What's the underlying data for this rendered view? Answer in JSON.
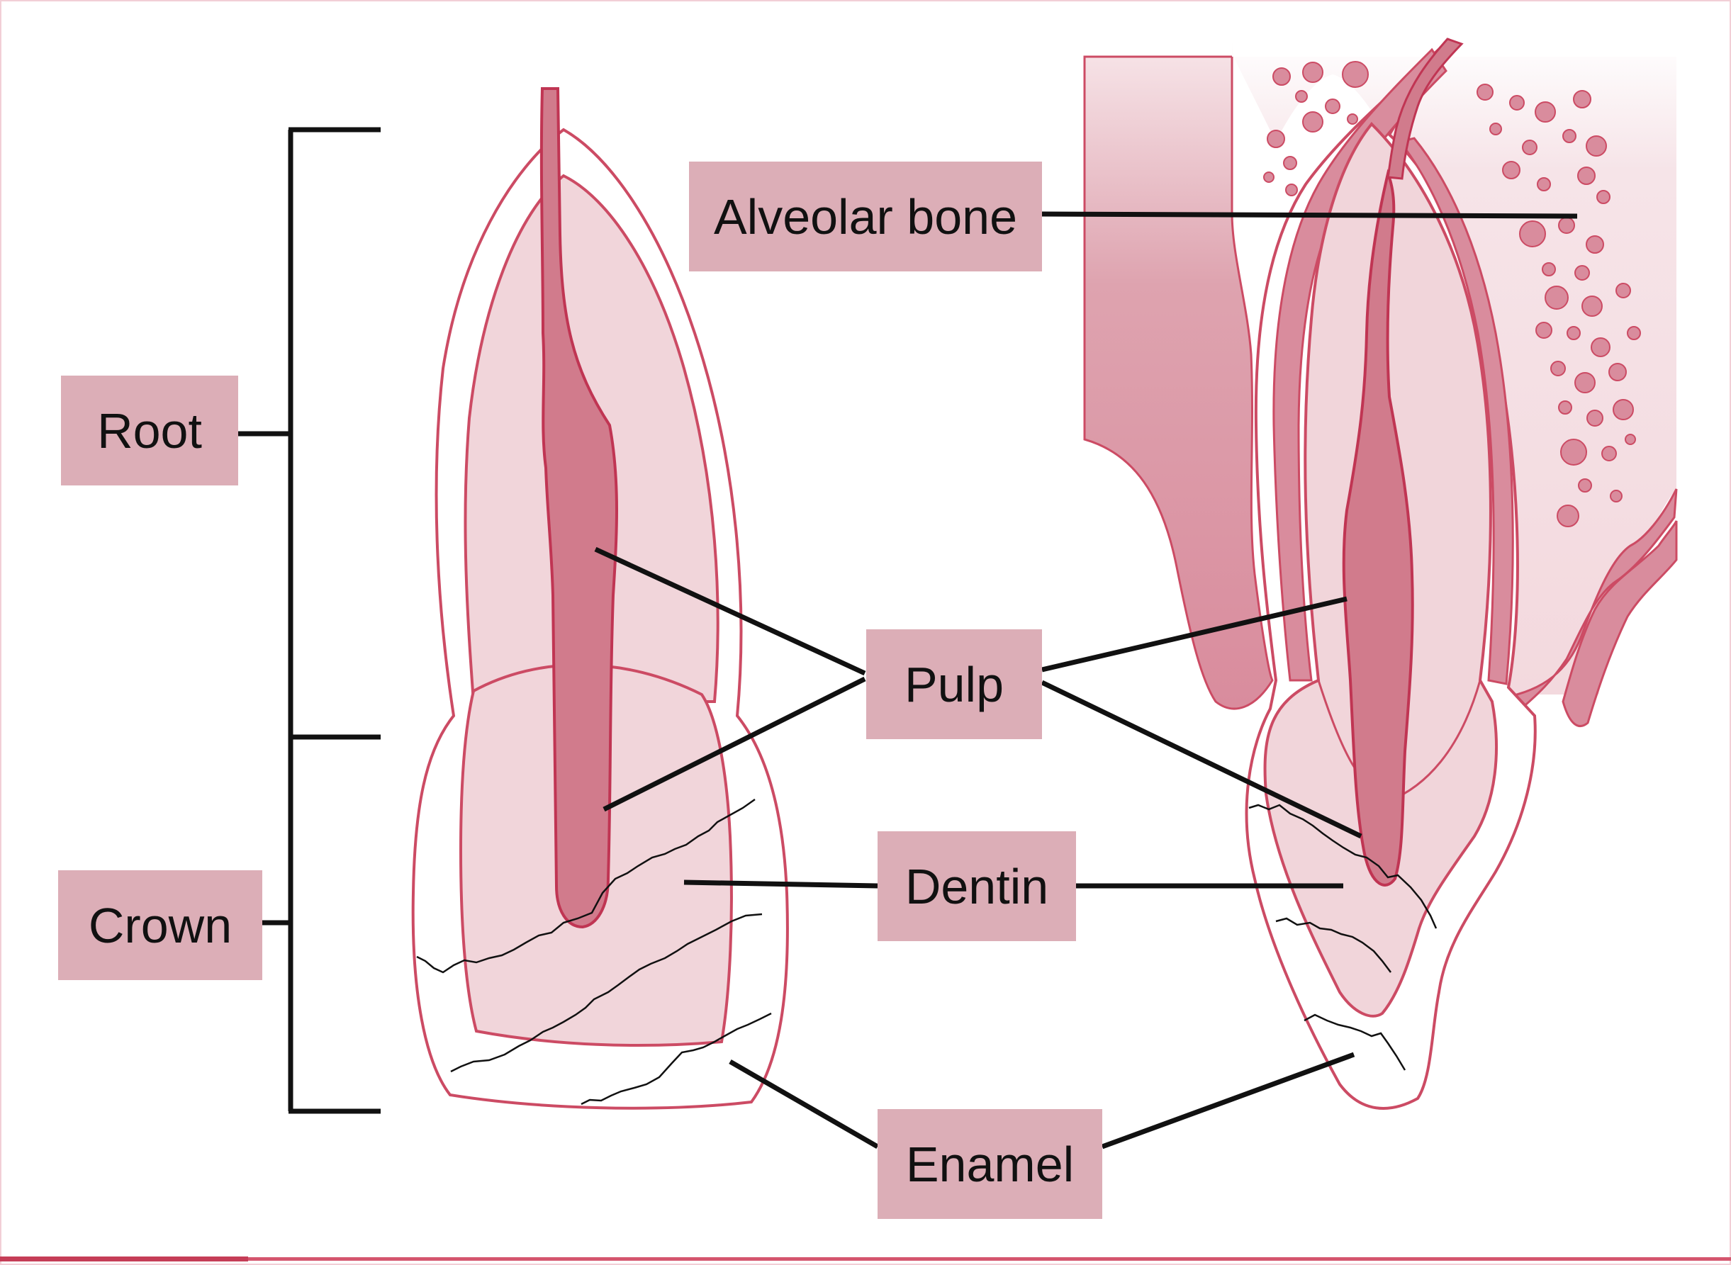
{
  "labels": {
    "alveolar_bone": "Alveolar bone",
    "root": "Root",
    "crown": "Crown",
    "pulp": "Pulp",
    "dentin": "Dentin",
    "enamel": "Enamel"
  },
  "colors": {
    "label_fill": "#dcaeb7",
    "tooth_outline": "#cc4b64",
    "dentin_fill": "#f1d5da",
    "pulp_fill": "#d17b8c",
    "bone_fill": "#d98c9d",
    "leader_line": "#111111",
    "frame": "#f2cfd6"
  }
}
